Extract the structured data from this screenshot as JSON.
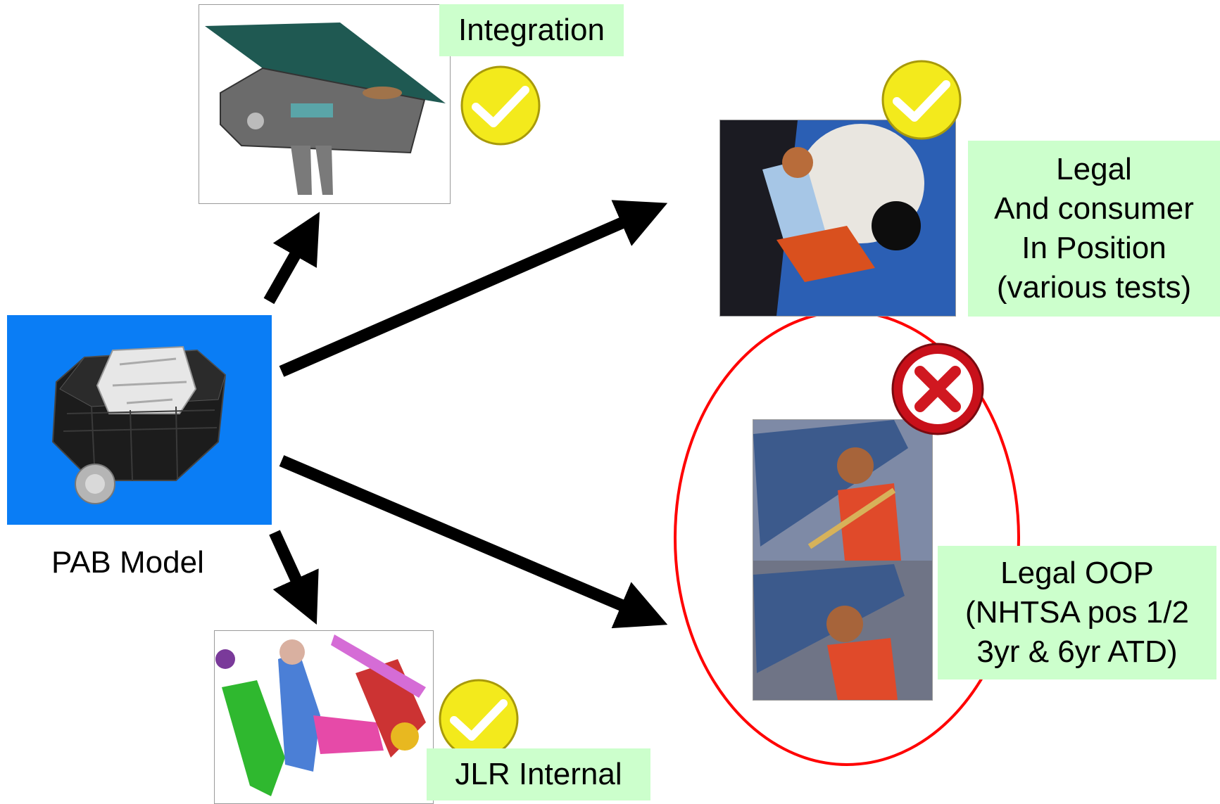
{
  "center": {
    "label": "PAB Model",
    "panel_color": "#0a7df5"
  },
  "outcomes": {
    "integration": {
      "label": "Integration",
      "status": "check"
    },
    "in_position": {
      "label": "Legal\nAnd consumer\n In Position\n(various tests)",
      "status": "check"
    },
    "oop": {
      "label": "Legal OOP\n(NHTSA pos 1/2\n3yr & 6yr ATD)",
      "status": "cross"
    },
    "jlr": {
      "label": "JLR Internal",
      "status": "check"
    }
  },
  "colors": {
    "label_bg": "#ccffcc",
    "ring": "#ff0000",
    "check_yellow": "#f3ea1c",
    "cross_red": "#c8101a",
    "arrow": "#000000"
  }
}
